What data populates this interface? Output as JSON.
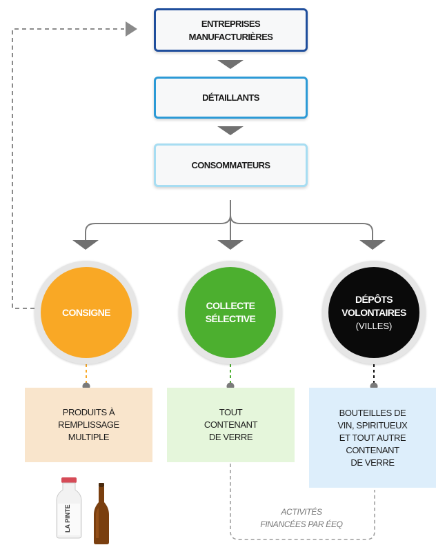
{
  "flow": {
    "manufacturers": {
      "line1": "ENTREPRISES",
      "line2": "MANUFACTURIÈRES"
    },
    "retailers": {
      "label": "DÉTAILLANTS"
    },
    "consumers": {
      "label": "CONSOMMATEURS"
    }
  },
  "channels": [
    {
      "line1": "CONSIGNE",
      "line2": "",
      "sub": "",
      "color": "#f9a825",
      "panel": {
        "lines": [
          "PRODUITS À",
          "REMPLISSAGE",
          "MULTIPLE"
        ],
        "bg": "#f9e5cc"
      }
    },
    {
      "line1": "COLLECTE",
      "line2": "SÉLECTIVE",
      "sub": "",
      "color": "#4caf2f",
      "panel": {
        "lines": [
          "TOUT",
          "CONTENANT",
          "DE VERRE"
        ],
        "bg": "#e5f6db"
      }
    },
    {
      "line1": "DÉPÔTS",
      "line2": "VOLONTAIRES",
      "sub": "(VILLES)",
      "color": "#0a0a0a",
      "panel": {
        "lines": [
          "BOUTEILLES DE",
          "VIN, SPIRITUEUX",
          "ET TOUT AUTRE",
          "CONTENANT",
          "DE VERRE"
        ],
        "bg": "#ddeefb"
      }
    }
  ],
  "bottle": {
    "brand": "LA PINTE"
  },
  "note": {
    "line1": "ACTIVITÉS",
    "line2": "FINANCÉES PAR ÉEQ"
  },
  "colors": {
    "manufacturers_border": "#1f4e9c",
    "retailers_border": "#2c9ad6",
    "consumers_border": "#a7ddf2",
    "arrow": "#707070"
  }
}
